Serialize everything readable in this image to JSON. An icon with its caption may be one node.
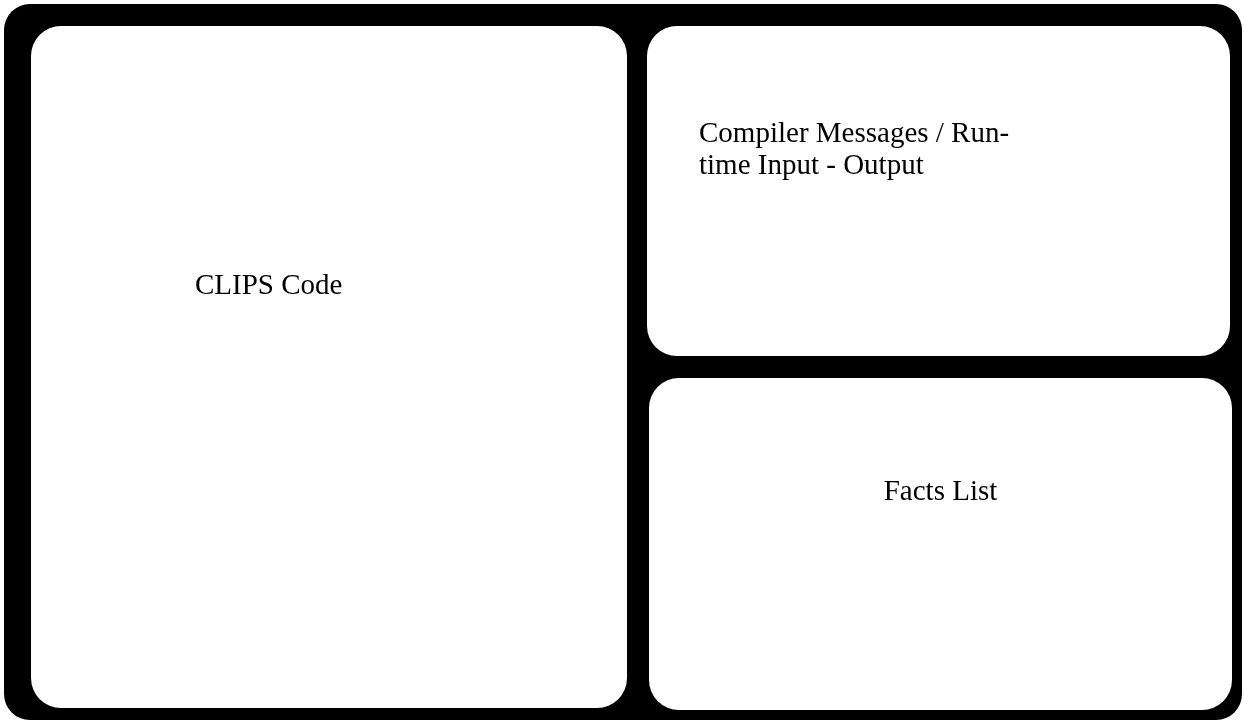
{
  "diagram": {
    "nodes": [
      {
        "text": [],
        "shape": "box"
      },
      {
        "text": [
          "CLIPS Code"
        ],
        "in": 0
      },
      {
        "text": [
          "Compiler Messages / Run-time Input - Output"
        ],
        "in": 0
      },
      {
        "text": [
          "Facts List"
        ],
        "in": 0
      }
    ]
  }
}
